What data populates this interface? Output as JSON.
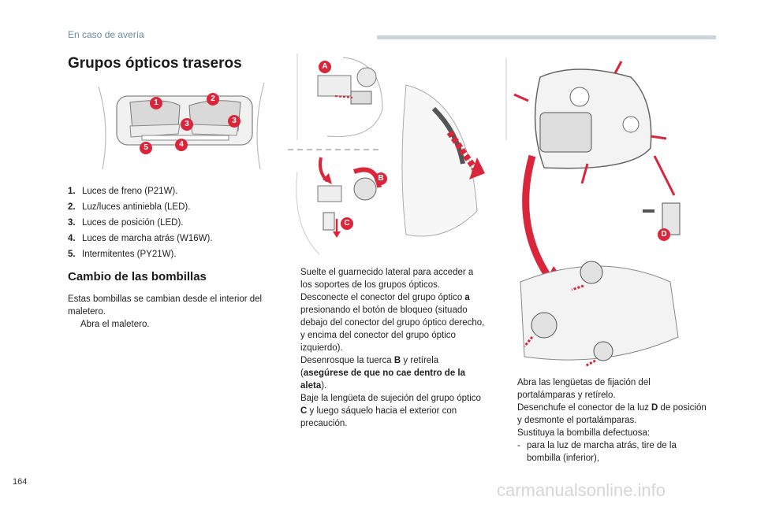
{
  "header": {
    "section": "En caso de avería"
  },
  "page": {
    "number": "164"
  },
  "title": "Grupos ópticos traseros",
  "lamps": [
    {
      "num": "1.",
      "text": "Luces de freno (P21W)."
    },
    {
      "num": "2.",
      "text": "Luz/luces antiniebla (LED)."
    },
    {
      "num": "3.",
      "text": "Luces de posición (LED)."
    },
    {
      "num": "4.",
      "text": "Luces de marcha atrás (W16W)."
    },
    {
      "num": "5.",
      "text": "Intermitentes (PY21W)."
    }
  ],
  "subtitle": "Cambio de las bombillas",
  "intro": "Estas bombillas se cambian desde el interior del maletero.",
  "step_open": "Abra el maletero.",
  "steps_mid": {
    "s1": "Suelte el guarnecido lateral para acceder a los soportes de los grupos ópticos.",
    "s2a": "Desconecte el conector del grupo óptico ",
    "s2b": "a",
    "s2c": " presionando el botón de bloqueo (situado debajo del conector del grupo óptico derecho, y encima del conector del grupo óptico izquierdo).",
    "s3a": "Desenrosque la tuerca ",
    "s3b": "B",
    "s3c": " y retírela (",
    "s3d": "asegúrese de que no cae dentro de la aleta",
    "s3e": ").",
    "s4a": "Baje la lengüeta de sujeción del grupo óptico ",
    "s4b": "C",
    "s4c": " y luego sáquelo hacia el exterior con precaución."
  },
  "steps_right": {
    "r1": "Abra las lengüetas de fijación del portalámparas y retírelo.",
    "r2a": "Desenchufe el conector de la luz ",
    "r2b": "D",
    "r2c": " de posición y desmonte el portalámparas.",
    "r3": "Sustituya la bombilla defectuosa:",
    "r3sub": "para la luz de marcha atrás, tire de la bombilla (inferior),"
  },
  "diagram_labels": {
    "lamp_numbers": [
      "1",
      "2",
      "3",
      "3",
      "4",
      "5"
    ],
    "letters": [
      "A",
      "B",
      "C",
      "D"
    ]
  },
  "bullet_glyph": "",
  "dash_glyph": "-",
  "watermark": "carmanualsonline.info",
  "colors": {
    "accent": "#d9263b",
    "header_bar": "#c9d4de",
    "header_text": "#6b8aa0"
  }
}
